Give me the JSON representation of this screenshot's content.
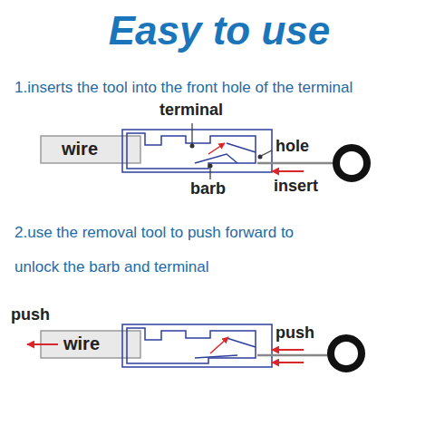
{
  "diagram": {
    "title": "Easy to use",
    "labels": [
      "1.inserts the tool into the front hole of the terminal",
      "wire",
      "terminal",
      "hole",
      "barb",
      "insert",
      "2.use the removal tool to push forward to unlock the barb and terminal",
      "push",
      "wire",
      "push"
    ]
  }
}
